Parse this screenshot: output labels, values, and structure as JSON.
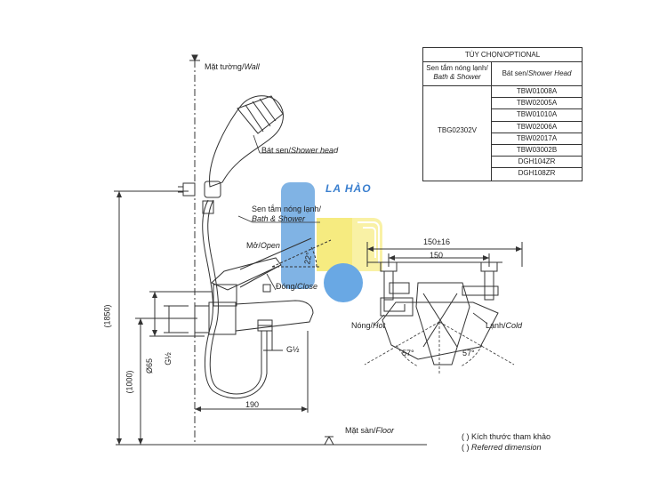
{
  "labels": {
    "wall_vi": "Mặt tường/",
    "wall_en": "Wall",
    "showerhead_vi": "Bát sen/",
    "showerhead_en": "Shower head",
    "mixer_vi": "Sen tắm nóng lạnh/",
    "mixer_en": "Bath & Shower",
    "open_vi": "Mở/",
    "open_en": "Open",
    "close_vi": "Đóng/",
    "close_en": "Close",
    "angle_22": "22°",
    "hot_vi": "Nóng/",
    "hot_en": "Hot",
    "cold_vi": "Lạnh/",
    "cold_en": "Cold",
    "floor_vi": "Mặt sàn/",
    "floor_en": "Floor",
    "dim_1850": "(1850)",
    "dim_1000": "(1000)",
    "dim_65": "Ø65",
    "dim_g12_a": "G½",
    "dim_g12_b": "G½",
    "dim_190": "190",
    "dim_150_16": "150±16",
    "dim_150": "150",
    "angle_57_left": "57°",
    "angle_57_right": "57°",
    "watermark": "LA HÀO"
  },
  "optional_table": {
    "title": "TÙY CHỌN/OPTIONAL",
    "col1_header_vi": "Sen tắm nóng lạnh/",
    "col1_header_en": "Bath & Shower",
    "col2_header_vi": "Bát sen/",
    "col2_header_en": "Shower Head",
    "model": "TBG02302V",
    "shower_heads": [
      "TBW01008A",
      "TBW02005A",
      "TBW01010A",
      "TBW02006A",
      "TBW02017A",
      "TBW03002B",
      "DGH104ZR",
      "DGH108ZR"
    ]
  },
  "legend": {
    "paren": "(      )",
    "ref_vi": "Kích thước tham khảo",
    "ref_en": "Referred dimension"
  },
  "colors": {
    "line": "#333333",
    "watermark_blue": "#4a90d9",
    "watermark_yellow": "#f3e35a"
  }
}
